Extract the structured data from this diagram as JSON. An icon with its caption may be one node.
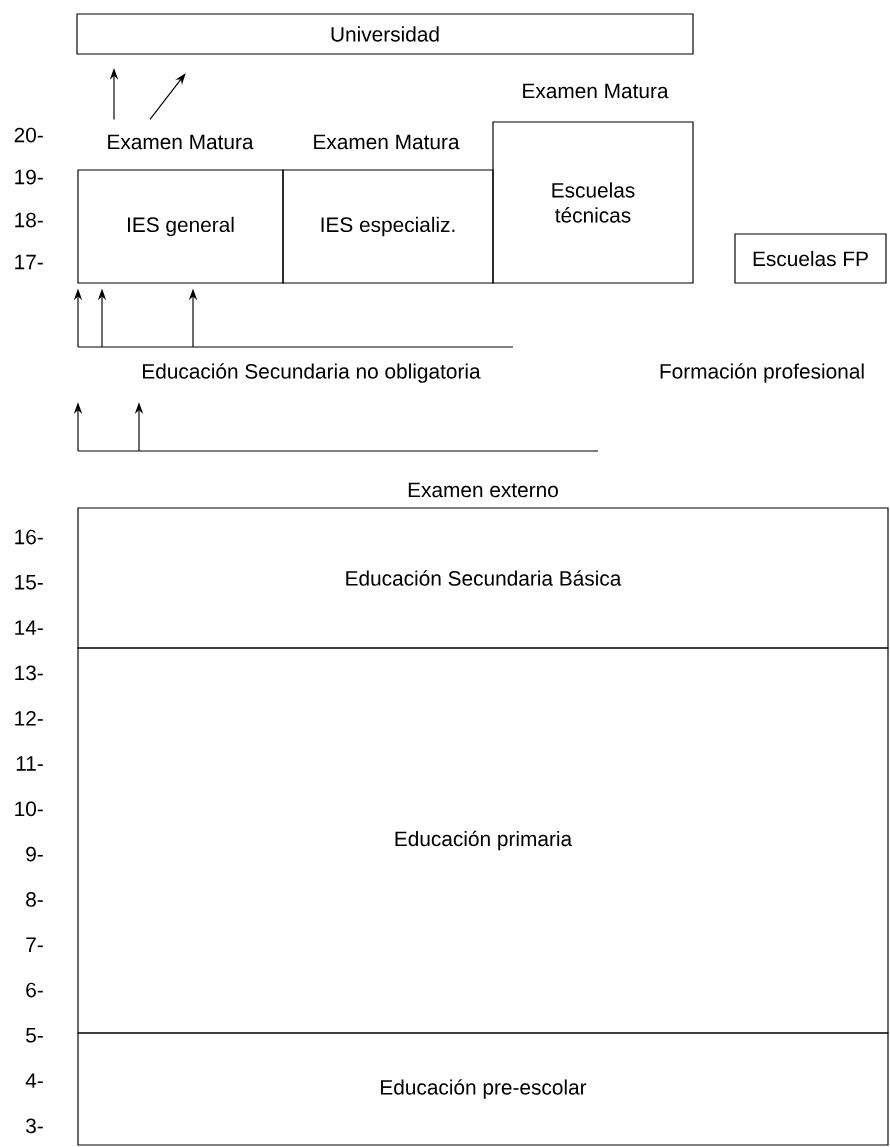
{
  "diagram": {
    "nodes": [
      {
        "text": [
          "Universidad"
        ]
      },
      {
        "text": [
          "Examen Matura"
        ]
      },
      {
        "text": [
          "IES general"
        ]
      },
      {
        "text": [
          "IES especializ."
        ],
        "beside": [
          "Examen Matura"
        ]
      },
      {
        "text": [
          "Escuelas técnicas"
        ],
        "beside": [
          "Examen Matura"
        ]
      },
      {
        "text": [
          "Escuelas FP"
        ]
      },
      {
        "text": [
          "Educación Secundaria no obligatoria"
        ]
      },
      {
        "text": [
          "Examen externo"
        ]
      },
      {
        "text": [
          "Educación Secundaria Básica"
        ]
      },
      {
        "text": [
          "Educación primaria"
        ]
      },
      {
        "text": [
          "Educación pre-escolar"
        ]
      }
    ],
    "edges": [
      {
        "from": 1,
        "to": 0,
        "arrow": "to"
      },
      {
        "from": 1,
        "to": 0,
        "arrow": "to"
      },
      {
        "from": 6,
        "to": 2,
        "arrow": "to"
      },
      {
        "from": 6,
        "to": 2,
        "arrow": "to"
      },
      {
        "from": 6,
        "to": 2,
        "arrow": "to"
      },
      {
        "from": 7,
        "to": 6,
        "arrow": "to"
      },
      {
        "from": 7,
        "to": 6,
        "arrow": "to"
      }
    ],
    "labels": [
      "Formación profesional",
      "20-",
      "19-",
      "18-",
      "17-",
      "16-",
      "15-",
      "14-",
      "13-",
      "12-",
      "11-",
      "10-",
      "9-",
      "8-",
      "7-",
      "6-",
      "5-",
      "4-",
      "3-"
    ]
  }
}
